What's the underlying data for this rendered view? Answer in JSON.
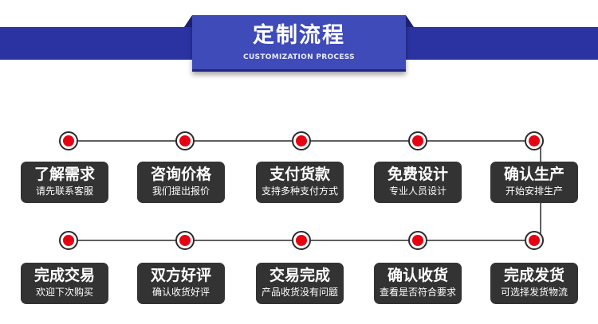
{
  "header": {
    "title": "定制流程",
    "subtitle": "CUSTOMIZATION PROCESS"
  },
  "colors": {
    "band": "#2b33a3",
    "title_box": "#3f4bb8",
    "step_box": "#333333",
    "node_dot": "#e60012"
  },
  "row1": [
    {
      "title": "了解需求",
      "sub": "请先联系客服"
    },
    {
      "title": "咨询价格",
      "sub": "我们提出报价"
    },
    {
      "title": "支付货款",
      "sub": "支持多种支付方式"
    },
    {
      "title": "免费设计",
      "sub": "专业人员设计"
    },
    {
      "title": "确认生产",
      "sub": "开始安排生产"
    }
  ],
  "row2": [
    {
      "title": "完成交易",
      "sub": "欢迎下次购买"
    },
    {
      "title": "双方好评",
      "sub": "确认收货好评"
    },
    {
      "title": "交易完成",
      "sub": "产品收货没有问题"
    },
    {
      "title": "确认收货",
      "sub": "查看是否符合要求"
    },
    {
      "title": "完成发货",
      "sub": "可选择发货物流"
    }
  ]
}
